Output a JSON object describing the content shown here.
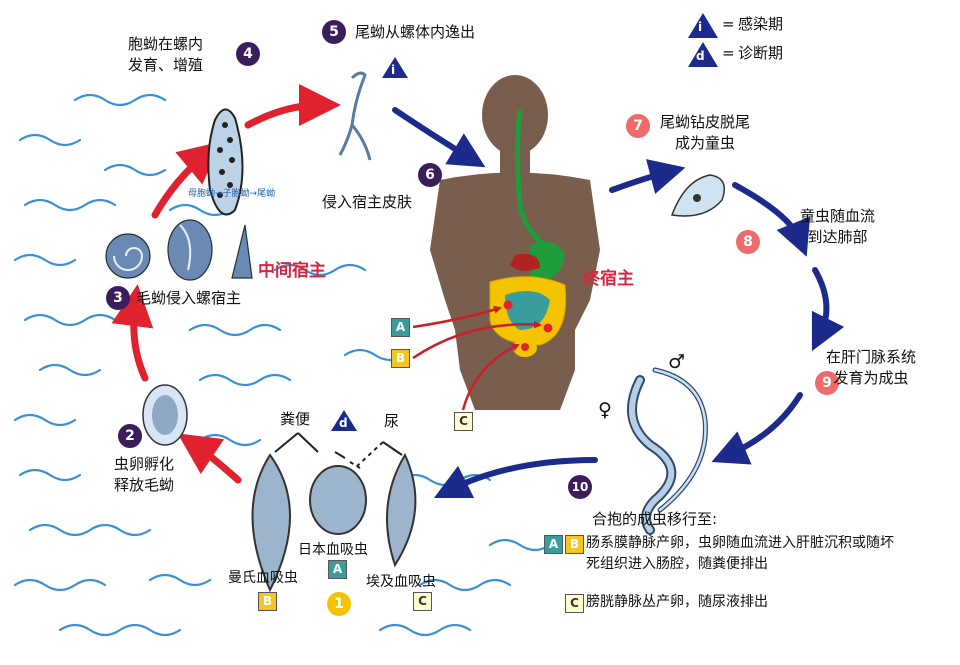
{
  "legend": {
    "infection_label": "感染期",
    "diagnosis_label": "诊断期",
    "infection_letter": "i",
    "diagnosis_letter": "d",
    "eq": "="
  },
  "steps": {
    "s1": "1",
    "s2": "2",
    "s3": "3",
    "s4": "4",
    "s5": "5",
    "s6": "6",
    "s7": "7",
    "s8": "8",
    "s9": "9",
    "s10": "10"
  },
  "labels": {
    "step4": "胞蚴在螺内\n发育、增殖",
    "sporocyst_chain": "母胞蚴→子胞蚴→尾蚴",
    "step5": "尾蚴从螺体内逸出",
    "step6": "侵入宿主皮肤",
    "step7": "尾蚴钻皮脱尾\n成为童虫",
    "step8": "童虫随血流\n到达肺部",
    "step9": "在肝门脉系统\n发育为成虫",
    "step10_title": "合抱的成虫移行至:",
    "step10_ab": "肠系膜静脉产卵，虫卵随血流进入肝脏沉积或随坏\n死组织进入肠腔，随粪便排出",
    "step10_c": "膀胱静脉丛产卵，随尿液排出",
    "intermediate_host": "中间宿主",
    "definitive_host": "终宿主",
    "step3": "毛蚴侵入螺宿主",
    "step2": "虫卵孵化\n释放毛蚴",
    "feces": "粪便",
    "urine": "尿",
    "egg_japonicum": "日本血吸虫",
    "egg_mansoni": "曼氏血吸虫",
    "egg_haematobium": "埃及血吸虫",
    "male": "♂",
    "female": "♀"
  },
  "badges": {
    "a": "A",
    "b": "B",
    "c": "C"
  },
  "colors": {
    "water": "#3a8fd6",
    "red_arrow": "#e0212e",
    "blue_arrow": "#1c2a8c",
    "body": "#7a5e4d",
    "step_dark": "#3b1d5c",
    "step_pink": "#ef6b6b",
    "step_yellow": "#f5c400"
  }
}
